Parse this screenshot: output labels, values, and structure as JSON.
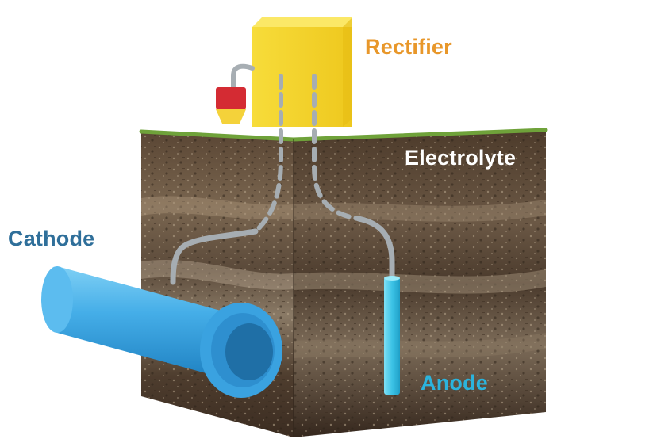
{
  "labels": {
    "rectifier": "Rectifier",
    "electrolyte": "Electrolyte",
    "cathode": "Cathode",
    "anode": "Anode"
  },
  "colors": {
    "rectifier": "#e8972a",
    "electrolyte": "#ffffff",
    "cathode": "#2f6f9a",
    "anode": "#2bb4dd",
    "box_yellow": "#f3d22a",
    "pipe_blue": "#3fa7e3",
    "rod_cyan": "#3cc3e6",
    "soil_dark": "#4a3a2c",
    "grass": "#6fa23a",
    "wire_gray": "#9aa1a6"
  }
}
